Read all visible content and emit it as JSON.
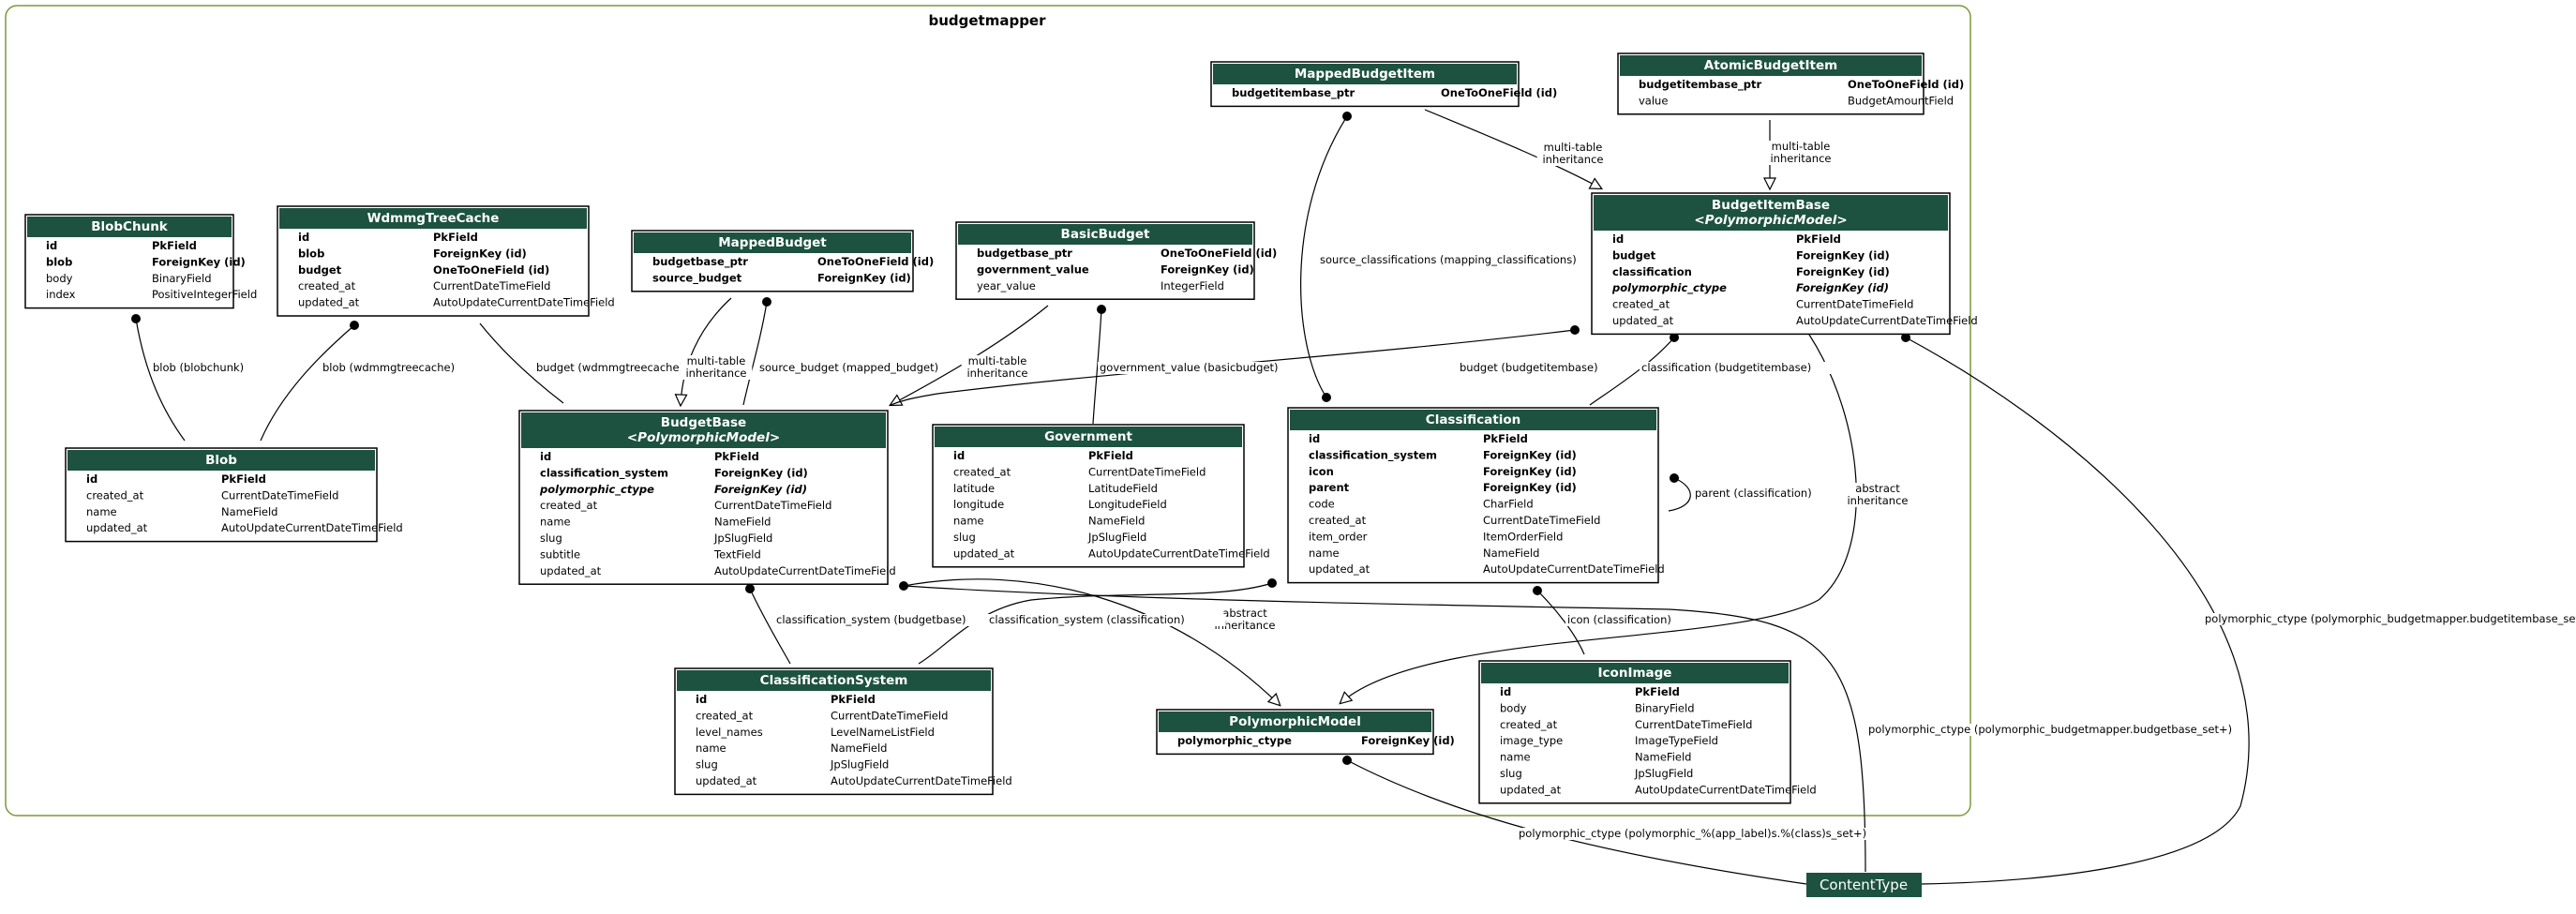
{
  "cluster": {
    "label": "budgetmapper"
  },
  "colors": {
    "header": "#1d5240",
    "cluster_border": "#7a9a3a",
    "muted": "#888888"
  },
  "models": [
    {
      "key": "blobchunk",
      "title": "BlobChunk",
      "fields": [
        {
          "name": "id",
          "type": "PkField",
          "style": "bold"
        },
        {
          "name": "blob",
          "type": "ForeignKey (id)",
          "style": "bold"
        },
        {
          "name": "body",
          "type": "BinaryField",
          "style": "normal"
        },
        {
          "name": "index",
          "type": "PositiveIntegerField",
          "style": "normal"
        }
      ]
    },
    {
      "key": "wdmmgtreecache",
      "title": "WdmmgTreeCache",
      "fields": [
        {
          "name": "id",
          "type": "PkField",
          "style": "bold"
        },
        {
          "name": "blob",
          "type": "ForeignKey (id)",
          "style": "bold"
        },
        {
          "name": "budget",
          "type": "OneToOneField (id)",
          "style": "bold"
        },
        {
          "name": "created_at",
          "type": "CurrentDateTimeField",
          "style": "normal"
        },
        {
          "name": "updated_at",
          "type": "AutoUpdateCurrentDateTimeField",
          "style": "normal"
        }
      ]
    },
    {
      "key": "mappedbudget",
      "title": "MappedBudget",
      "fields": [
        {
          "name": "budgetbase_ptr",
          "type": "OneToOneField (id)",
          "style": "bold"
        },
        {
          "name": "source_budget",
          "type": "ForeignKey (id)",
          "style": "bold"
        }
      ]
    },
    {
      "key": "basicbudget",
      "title": "BasicBudget",
      "fields": [
        {
          "name": "budgetbase_ptr",
          "type": "OneToOneField (id)",
          "style": "bold"
        },
        {
          "name": "government_value",
          "type": "ForeignKey (id)",
          "style": "bold"
        },
        {
          "name": "year_value",
          "type": "IntegerField",
          "style": "normal"
        }
      ]
    },
    {
      "key": "mappedbudgetitem",
      "title": "MappedBudgetItem",
      "fields": [
        {
          "name": "budgetitembase_ptr",
          "type": "OneToOneField (id)",
          "style": "bold"
        }
      ]
    },
    {
      "key": "atomicbudgetitem",
      "title": "AtomicBudgetItem",
      "fields": [
        {
          "name": "budgetitembase_ptr",
          "type": "OneToOneField (id)",
          "style": "bold"
        },
        {
          "name": "value",
          "type": "BudgetAmountField",
          "style": "normal"
        }
      ]
    },
    {
      "key": "budgetitembase",
      "title": "BudgetItemBase",
      "subtitle": "<PolymorphicModel>",
      "fields": [
        {
          "name": "id",
          "type": "PkField",
          "style": "bold"
        },
        {
          "name": "budget",
          "type": "ForeignKey (id)",
          "style": "bold"
        },
        {
          "name": "classification",
          "type": "ForeignKey (id)",
          "style": "bold"
        },
        {
          "name": "polymorphic_ctype",
          "type": "ForeignKey (id)",
          "style": "bolditalic"
        },
        {
          "name": "created_at",
          "type": "CurrentDateTimeField",
          "style": "normal"
        },
        {
          "name": "updated_at",
          "type": "AutoUpdateCurrentDateTimeField",
          "style": "normal"
        }
      ]
    },
    {
      "key": "blob",
      "title": "Blob",
      "fields": [
        {
          "name": "id",
          "type": "PkField",
          "style": "bold"
        },
        {
          "name": "created_at",
          "type": "CurrentDateTimeField",
          "style": "normal"
        },
        {
          "name": "name",
          "type": "NameField",
          "style": "normal"
        },
        {
          "name": "updated_at",
          "type": "AutoUpdateCurrentDateTimeField",
          "style": "normal"
        }
      ]
    },
    {
      "key": "budgetbase",
      "title": "BudgetBase",
      "subtitle": "<PolymorphicModel>",
      "fields": [
        {
          "name": "id",
          "type": "PkField",
          "style": "bold"
        },
        {
          "name": "classification_system",
          "type": "ForeignKey (id)",
          "style": "bold"
        },
        {
          "name": "polymorphic_ctype",
          "type": "ForeignKey (id)",
          "style": "bolditalic"
        },
        {
          "name": "created_at",
          "type": "CurrentDateTimeField",
          "style": "normal"
        },
        {
          "name": "name",
          "type": "NameField",
          "style": "normal"
        },
        {
          "name": "slug",
          "type": "JpSlugField",
          "style": "muted"
        },
        {
          "name": "subtitle",
          "type": "TextField",
          "style": "normal"
        },
        {
          "name": "updated_at",
          "type": "AutoUpdateCurrentDateTimeField",
          "style": "normal"
        }
      ]
    },
    {
      "key": "government",
      "title": "Government",
      "fields": [
        {
          "name": "id",
          "type": "PkField",
          "style": "bold"
        },
        {
          "name": "created_at",
          "type": "CurrentDateTimeField",
          "style": "normal"
        },
        {
          "name": "latitude",
          "type": "LatitudeField",
          "style": "normal"
        },
        {
          "name": "longitude",
          "type": "LongitudeField",
          "style": "normal"
        },
        {
          "name": "name",
          "type": "NameField",
          "style": "normal"
        },
        {
          "name": "slug",
          "type": "JpSlugField",
          "style": "muted"
        },
        {
          "name": "updated_at",
          "type": "AutoUpdateCurrentDateTimeField",
          "style": "normal"
        }
      ]
    },
    {
      "key": "classification",
      "title": "Classification",
      "fields": [
        {
          "name": "id",
          "type": "PkField",
          "style": "bold"
        },
        {
          "name": "classification_system",
          "type": "ForeignKey (id)",
          "style": "bold"
        },
        {
          "name": "icon",
          "type": "ForeignKey (id)",
          "style": "mutedbold"
        },
        {
          "name": "parent",
          "type": "ForeignKey (id)",
          "style": "bold"
        },
        {
          "name": "code",
          "type": "CharField",
          "style": "normal"
        },
        {
          "name": "created_at",
          "type": "CurrentDateTimeField",
          "style": "normal"
        },
        {
          "name": "item_order",
          "type": "ItemOrderField",
          "style": "normal"
        },
        {
          "name": "name",
          "type": "NameField",
          "style": "normal"
        },
        {
          "name": "updated_at",
          "type": "AutoUpdateCurrentDateTimeField",
          "style": "normal"
        }
      ]
    },
    {
      "key": "classificationsystem",
      "title": "ClassificationSystem",
      "fields": [
        {
          "name": "id",
          "type": "PkField",
          "style": "bold"
        },
        {
          "name": "created_at",
          "type": "CurrentDateTimeField",
          "style": "normal"
        },
        {
          "name": "level_names",
          "type": "LevelNameListField",
          "style": "normal"
        },
        {
          "name": "name",
          "type": "NameField",
          "style": "normal"
        },
        {
          "name": "slug",
          "type": "JpSlugField",
          "style": "muted"
        },
        {
          "name": "updated_at",
          "type": "AutoUpdateCurrentDateTimeField",
          "style": "normal"
        }
      ]
    },
    {
      "key": "polymorphicmodel",
      "title": "PolymorphicModel",
      "fields": [
        {
          "name": "polymorphic_ctype",
          "type": "ForeignKey (id)",
          "style": "bold"
        }
      ]
    },
    {
      "key": "iconimage",
      "title": "IconImage",
      "fields": [
        {
          "name": "id",
          "type": "PkField",
          "style": "bold"
        },
        {
          "name": "body",
          "type": "BinaryField",
          "style": "normal"
        },
        {
          "name": "created_at",
          "type": "CurrentDateTimeField",
          "style": "normal"
        },
        {
          "name": "image_type",
          "type": "ImageTypeField",
          "style": "normal"
        },
        {
          "name": "name",
          "type": "NameField",
          "style": "normal"
        },
        {
          "name": "slug",
          "type": "JpSlugField",
          "style": "muted"
        },
        {
          "name": "updated_at",
          "type": "AutoUpdateCurrentDateTimeField",
          "style": "normal"
        }
      ]
    }
  ],
  "external_nodes": [
    {
      "key": "contenttype",
      "label": "ContentType"
    }
  ],
  "edge_labels": [
    {
      "key": "blob-blobchunk",
      "text": "blob (blobchunk)"
    },
    {
      "key": "blob-wdmmgtreecache",
      "text": "blob (wdmmgtreecache)"
    },
    {
      "key": "budget-wdmmgtreecache",
      "text": "budget (wdmmgtreecache)"
    },
    {
      "key": "mappedbudget-inherit-1",
      "text": "multi-table"
    },
    {
      "key": "mappedbudget-inherit-2",
      "text": "inheritance"
    },
    {
      "key": "source-budget",
      "text": "source_budget (mapped_budget)"
    },
    {
      "key": "basicbudget-inherit-1",
      "text": "multi-table"
    },
    {
      "key": "basicbudget-inherit-2",
      "text": "inheritance"
    },
    {
      "key": "government-value",
      "text": "government_value (basicbudget)"
    },
    {
      "key": "source-classifications",
      "text": "source_classifications (mapping_classifications)"
    },
    {
      "key": "mappedbudgetitem-inherit-1",
      "text": "multi-table"
    },
    {
      "key": "mappedbudgetitem-inherit-2",
      "text": "inheritance"
    },
    {
      "key": "atomicbudgetitem-inherit-1",
      "text": "multi-table"
    },
    {
      "key": "atomicbudgetitem-inherit-2",
      "text": "inheritance"
    },
    {
      "key": "budget-budgetitembase",
      "text": "budget (budgetitembase)"
    },
    {
      "key": "classification-budgetitembase",
      "text": "classification (budgetitembase)"
    },
    {
      "key": "parent-classification",
      "text": "parent (classification)"
    },
    {
      "key": "abstract-1-a",
      "text": "abstract"
    },
    {
      "key": "abstract-1-b",
      "text": "inheritance"
    },
    {
      "key": "abstract-2-a",
      "text": "abstract"
    },
    {
      "key": "abstract-2-b",
      "text": "inheritance"
    },
    {
      "key": "cs-budgetbase",
      "text": "classification_system (budgetbase)"
    },
    {
      "key": "cs-classification",
      "text": "classification_system (classification)"
    },
    {
      "key": "icon-classification",
      "text": "icon (classification)"
    },
    {
      "key": "ctype-polymorphic",
      "text": "polymorphic_ctype (polymorphic_%(app_label)s.%(class)s_set+)"
    },
    {
      "key": "ctype-budgetbase",
      "text": "polymorphic_ctype (polymorphic_budgetmapper.budgetbase_set+)"
    },
    {
      "key": "ctype-budgetitembase",
      "text": "polymorphic_ctype (polymorphic_budgetmapper.budgetitembase_set+)"
    }
  ]
}
